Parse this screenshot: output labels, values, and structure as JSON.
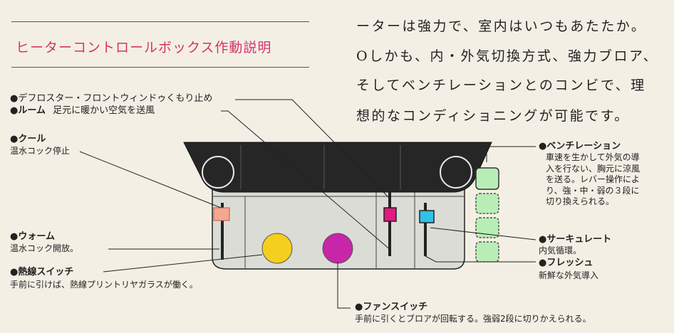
{
  "header": {
    "title": "ヒーターコントロールボックス作動説明"
  },
  "intro": {
    "lines": [
      "ーターは強力で、室内はいつもあたたか。",
      "Oしかも、内・外気切換方式、強力ブロア、",
      "そしてベンチレーションとのコンビで、理",
      "想的なコンディショニングが可能です。"
    ]
  },
  "labels": {
    "defroster": "●デフロスター・フロントウィンドゥくもり止め",
    "room_name": "●ルーム",
    "room_desc": "足元に暖かい空気を送風",
    "cool_name": "●クール",
    "cool_desc": "温水コック停止",
    "warm_name": "●ウォーム",
    "warm_desc": "温水コック開放。",
    "heat_switch_name": "●熱線スイッチ",
    "heat_switch_desc": "手前に引けば、熱線プリントリヤガラスが働く。",
    "fan_name": "●ファンスイッチ",
    "fan_desc": "手前に引くとブロアが回転する。強弱2段に切りかえられる。",
    "ventilation_name": "●ベンチレーション",
    "ventilation_desc": [
      "車速を生かして外気の導",
      "入を行ない、胸元に涼風",
      "を送る。レバー操作によ",
      "り、強・中・弱の３段に",
      "切り換えられる。"
    ],
    "circulate_name": "●サーキュレート",
    "circulate_desc": "内気循環。",
    "fresh_name": "●フレッシュ",
    "fresh_desc": "新鮮な外気導入"
  },
  "colors": {
    "title_pink": "#d6336a",
    "knob_yellow": "#f5cf1e",
    "knob_magenta": "#c726a8",
    "slider_pink": "#e01a7e",
    "slider_cyan": "#2ec3e6",
    "slider_salmon": "#f0a98f",
    "vent_green": "#b9edb6"
  }
}
